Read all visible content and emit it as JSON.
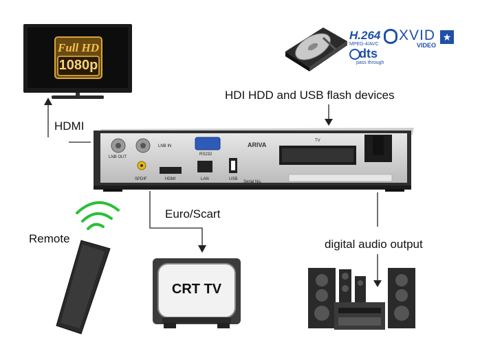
{
  "tv": {
    "badge_top": "Full HD",
    "badge_bottom": "1080p"
  },
  "logos": {
    "codec": "H.264",
    "codec_sub": "MPEG-4/AVC",
    "xvid": "XVID",
    "xvid_sub": "VIDEO",
    "dts": "dts",
    "dts_sub": "pass through"
  },
  "labels": {
    "hdmi": "HDMI",
    "hdd_usb": "HDI HDD and USB flash devices",
    "euro_scart": "Euro/Scart",
    "remote": "Remote",
    "audio": "digital audio output"
  },
  "receiver": {
    "brand": "ARIVA",
    "ports": {
      "lnb_out": "LNB OUT",
      "lnb_in": "LNB IN",
      "rs232": "RS232",
      "spdif": "SPDIF",
      "hdmi": "HDMI",
      "lan": "LAN",
      "usb": "USB",
      "tv": "TV",
      "serial": "Serial No."
    }
  },
  "crt": {
    "label": "CRT TV"
  }
}
